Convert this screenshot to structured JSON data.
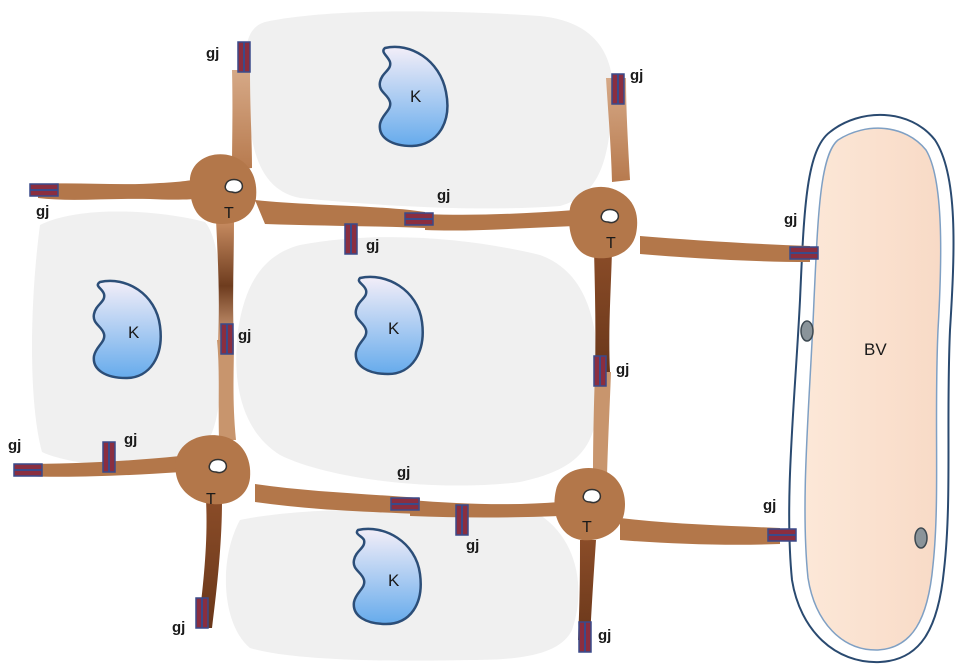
{
  "labels": {
    "gap_junction": "gj",
    "nucleus": "K",
    "cell": "T",
    "vessel": "BV"
  },
  "colors": {
    "background": "#ffffff",
    "keratinocyte_bg": "#f0f0f0",
    "process_fill": "#b3774a",
    "process_dark": "#7a4526",
    "process_light": "#d8aa84",
    "nucleus_fill": "#8cc0ee",
    "nucleus_stroke": "#2c4e78",
    "junction_fill": "#8a2e40",
    "junction_stroke": "#3a4a8a",
    "vessel_fill": "#fbe5d4",
    "vessel_stroke": "#2a4a70",
    "cell_body_stroke": "#a06236"
  },
  "icons": {
    "gap_junction": "gap-junction-icon",
    "nucleus": "nucleus-icon",
    "cell_body": "cell-body-icon",
    "vessel": "blood-vessel-icon"
  }
}
